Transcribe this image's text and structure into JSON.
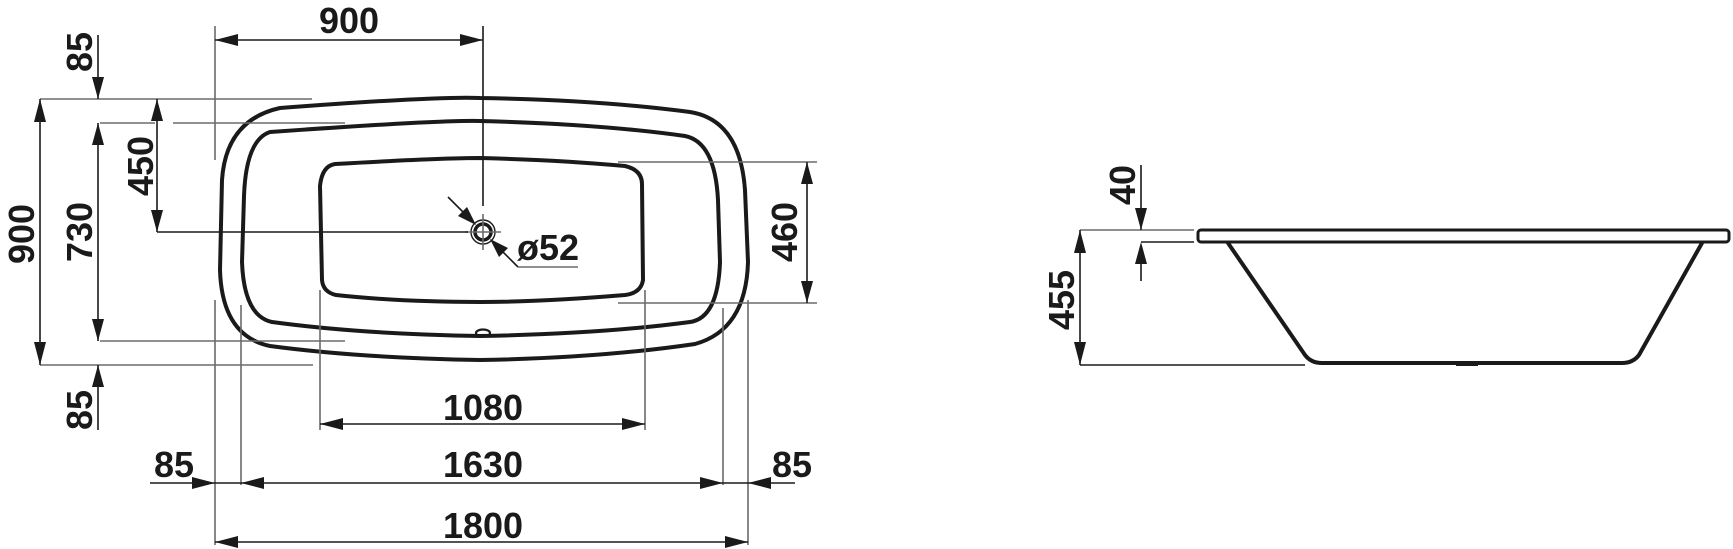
{
  "drawing": {
    "title": "Bathtub dimensional drawing (top view and side section)",
    "units": "mm",
    "colors": {
      "line": "#1a1a1a",
      "extension_line": "#6b6b6b",
      "background": "#ffffff"
    }
  },
  "top_view": {
    "dimensions": {
      "overall_length": "1800",
      "inner_length_rim": "1630",
      "basin_bottom_length": "1080",
      "rim_left": "85",
      "rim_right": "85",
      "drain_x_offset": "900",
      "overall_width": "900",
      "inner_width_rim": "730",
      "rim_top": "85",
      "rim_bottom": "85",
      "drain_y_offset": "450",
      "basin_bottom_width": "460",
      "drain_diameter": "ø52"
    }
  },
  "side_view": {
    "dimensions": {
      "rim_thickness": "40",
      "total_height": "455"
    }
  }
}
